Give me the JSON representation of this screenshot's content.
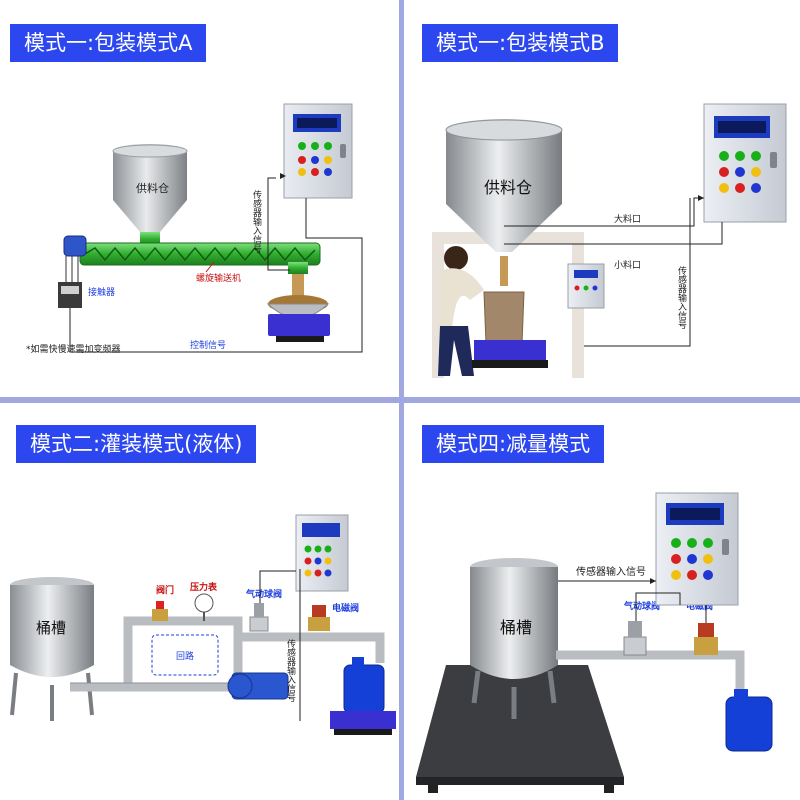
{
  "panels": [
    {
      "title": "模式一:包装模式A",
      "labels": {
        "hopper": "供料仓",
        "sensor_signal": "传感器输入信号",
        "screw": "螺旋输送机",
        "contactor": "接触器",
        "note": "*如需快慢速需加变频器",
        "control": "控制信号"
      }
    },
    {
      "title": "模式一:包装模式B",
      "labels": {
        "hopper": "供料仓",
        "big_port": "大料口",
        "small_port": "小料口",
        "sensor_signal": "传感器输入信号"
      }
    },
    {
      "title": "模式二:灌装模式(液体)",
      "labels": {
        "tank": "桶槽",
        "valve": "阀门",
        "gauge": "压力表",
        "loop": "回路",
        "ball_valve": "气动球阀",
        "solenoid": "电磁阀",
        "sensor_signal": "传感器输入信号"
      }
    },
    {
      "title": "模式四:减量模式",
      "labels": {
        "tank": "桶槽",
        "sensor_signal": "传感器输入信号",
        "ball_valve": "气动球阀",
        "solenoid": "电磁阀"
      }
    }
  ],
  "colors": {
    "title_bg": "#2c46f0",
    "divider": "#9fa8e0",
    "pipe": "#b9bcc0",
    "green": "#3fbf3f",
    "tray": "#3a2fd0"
  }
}
